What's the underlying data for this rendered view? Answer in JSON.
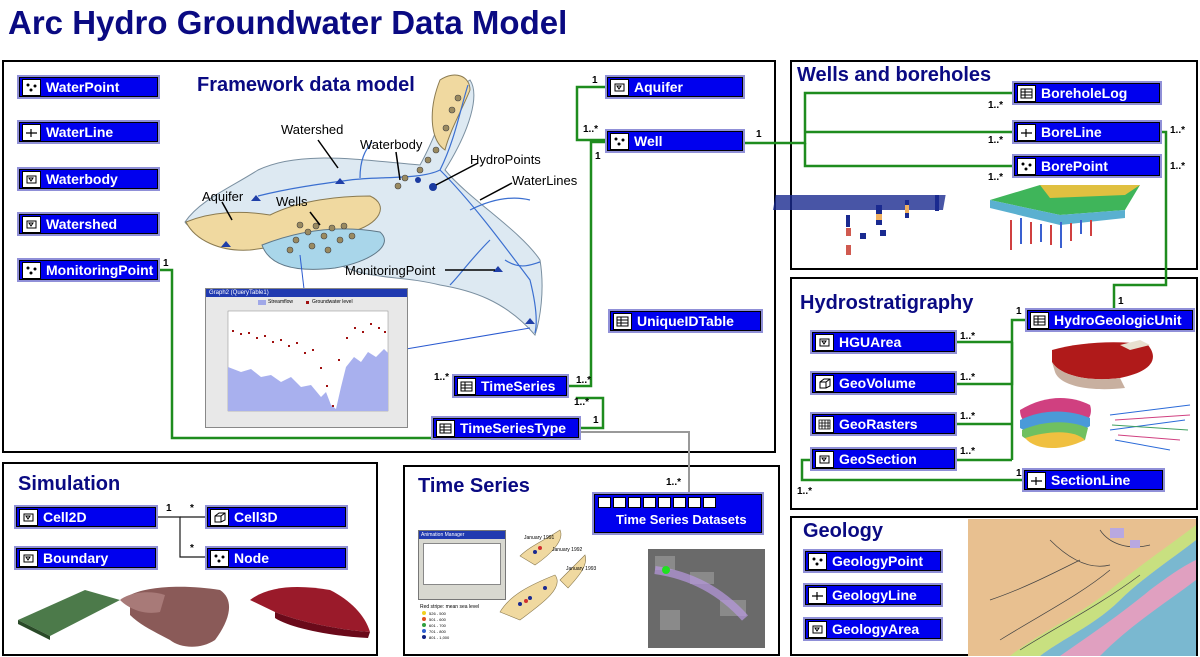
{
  "title": "Arc Hydro Groundwater Data Model",
  "panels": {
    "framework": "Framework data model",
    "wells": "Wells and boreholes",
    "hydro": "Hydrostratigraphy",
    "simulation": "Simulation",
    "timeseries": "Time Series",
    "geology": "Geology"
  },
  "classes": {
    "waterpoint": "WaterPoint",
    "waterline": "WaterLine",
    "waterbody": "Waterbody",
    "watershed": "Watershed",
    "monitoringpoint": "MonitoringPoint",
    "aquifer": "Aquifer",
    "well": "Well",
    "uniqueidtable": "UniqueIDTable",
    "timeseries": "TimeSeries",
    "timeseriestype": "TimeSeriesType",
    "boreholelog": "BoreholeLog",
    "boreline": "BoreLine",
    "borepoint": "BorePoint",
    "hydrogeologicunit": "HydroGeologicUnit",
    "hguarea": "HGUArea",
    "geovolume": "GeoVolume",
    "georasters": "GeoRasters",
    "geosection": "GeoSection",
    "sectionline": "SectionLine",
    "cell2d": "Cell2D",
    "cell3d": "Cell3D",
    "boundary": "Boundary",
    "node": "Node",
    "timeseriesdatasets": "Time Series Datasets",
    "geologypoint": "GeologyPoint",
    "geologyline": "GeologyLine",
    "geologyarea": "GeologyArea"
  },
  "map_labels": {
    "watershed": "Watershed",
    "waterbody": "Waterbody",
    "hydropoints": "HydroPoints",
    "waterlines": "WaterLines",
    "aquifer": "Aquifer",
    "wells": "Wells",
    "monitoringpoint": "MonitoringPoint"
  },
  "cardinalities": {
    "one": "1",
    "many": "1..*",
    "star": "*"
  },
  "graph": {
    "title": "Graph2 (QueryTable1)",
    "legend_streamflow": "Streamflow",
    "legend_groundwater": "Groundwater level"
  },
  "animation": {
    "title": "Animation Manager",
    "jan1991": "January 1991",
    "jan1992": "January 1992",
    "jan1993": "January 1993",
    "legend_title": "Red stripe: mean sea level",
    "legend_items": [
      "526 - 500",
      "501 - 600",
      "601 - 700",
      "701 - 800",
      "801 - 1,000"
    ]
  },
  "colors": {
    "class_fill": "#0000ee",
    "title_color": "#0a0a82",
    "connector": "#1e8c1e",
    "connector_gray": "#999999"
  }
}
